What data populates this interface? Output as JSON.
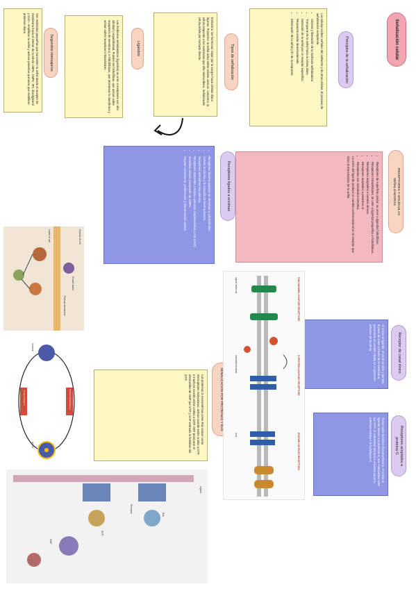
{
  "title": "Señalización celular",
  "sections": {
    "principios": {
      "heading": "Principios de la señalización",
      "text": "Las células reciben señales del ambiente y de otras células. El proceso de señalización comprende:",
      "items": [
        "Síntesis y liberación de la molécula señalizadora",
        "Transporte de la señal hacia la célula diana",
        "Detección de la señal por un receptor específico",
        "Respuesta celular desencadenada",
        "Eliminación de la señal y fin de la respuesta"
      ]
    },
    "tipos": {
      "heading": "Tipos de señalización",
      "text": "Endocrina: las hormonas viajan por la sangre hacia células diana lejanas. Paracrina: la señal actúa sobre células vecinas. Autocrina: la célula responde a las sustancias que ella misma libera. Señalización célula-célula por contacto directo."
    },
    "ligandos": {
      "heading": "Ligandos",
      "text": "Las moléculas señalizadoras (ligandos) se unen a receptores con alta afinidad y especificidad. Pueden ser hidrofílicas, que actúan sobre receptores de membrana, o hidrofóbicas, que atraviesan la membrana y actúan sobre receptores intracelulares."
    },
    "segundos": {
      "heading": "Segundos mensajeros",
      "text": "Son moléculas pequeñas que transmiten la señal desde el receptor de membrana hacia el interior de la célula: AMPc, GMPc, IP3, diacilglicerol y Ca2+. Amplifican la señal y activan proteínas quinasas que modifican proteínas diana."
    },
    "receptores": {
      "heading": "RECEPTORES Y MOLÉCULAS SEÑALIZADORAS",
      "items": [
        "Receptores de superficie celular: se unen a ligandos hidrofílicos.",
        "Receptores intracelulares: se unen a ligandos pequeños e hidrofóbicos.",
        "Receptores acoplados a canales iónicos.",
        "Receptores acoplados a proteínas G.",
        "Receptores con actividad enzimática."
      ],
      "text": "La unión del ligando produce un cambio conformacional en el receptor que inicia la transducción de la señal."
    },
    "enzimas": {
      "heading": "Receptores ligados a enzimas",
      "items": [
        "Receptores tirosina quinasa: se dimerizan y autofosforilan.",
        "Activan la vía Ras y la cascada de MAP quinasas.",
        "Receptores serina/treonina quinasa.",
        "Receptores asociados a tirosina quinasas citoplasmáticas (JAK-STAT).",
        "Guanilato ciclasa: producción de GMPc.",
        "Regulan crecimiento, proliferación y diferenciación celular."
      ]
    },
    "canal": {
      "heading": "Receptor de canal iónico",
      "text": "Al unirse el ligando, el canal se abre y permite el paso de iones a través de la membrana, generando un cambio rápido en el potencial eléctrico de la célula."
    },
    "proteinag": {
      "heading": "Receptores acoplados a proteína G",
      "text": "Tienen siete dominios transmembrana. Al unirse el ligando activan a la proteína G, que intercambia GDP por GTP; la subunidad alfa activa enzimas como la adenilato ciclasa o la fosfolipasa C."
    },
    "senal": {
      "heading": "SEÑALIZACIÓN POR PROTEÍNAS Y RAS",
      "text": "Las proteínas G monoméricas como Ras actúan como interruptores moleculares: activas cuando están unidas a GTP e inactivas cuando están unidas a GDP. GEF promueve el intercambio de GDP por GTP y GAP estimula la hidrólisis del GTP."
    }
  },
  "figures": {
    "cell": {
      "caption": "Outside of cell",
      "labels": [
        "Growth factor",
        "Plasma membrane",
        "Inside of cell"
      ]
    },
    "cycle": {
      "labels": [
        "Protein phosphatase 1",
        "Protein kinase A",
        "Inactive",
        "Active"
      ]
    },
    "types": {
      "heading": "ION-CHANNEL-COUPLED RECEPTORS",
      "labels": [
        "G-PROTEIN-COUPLED RECEPTORS",
        "ENZYME-COUPLED RECEPTORS",
        "signal molecule",
        "activated enzyme",
        "ions"
      ]
    },
    "ras": {
      "labels": [
        "Ligand",
        "Receptor",
        "Ras",
        "GTP",
        "GDP"
      ]
    }
  }
}
